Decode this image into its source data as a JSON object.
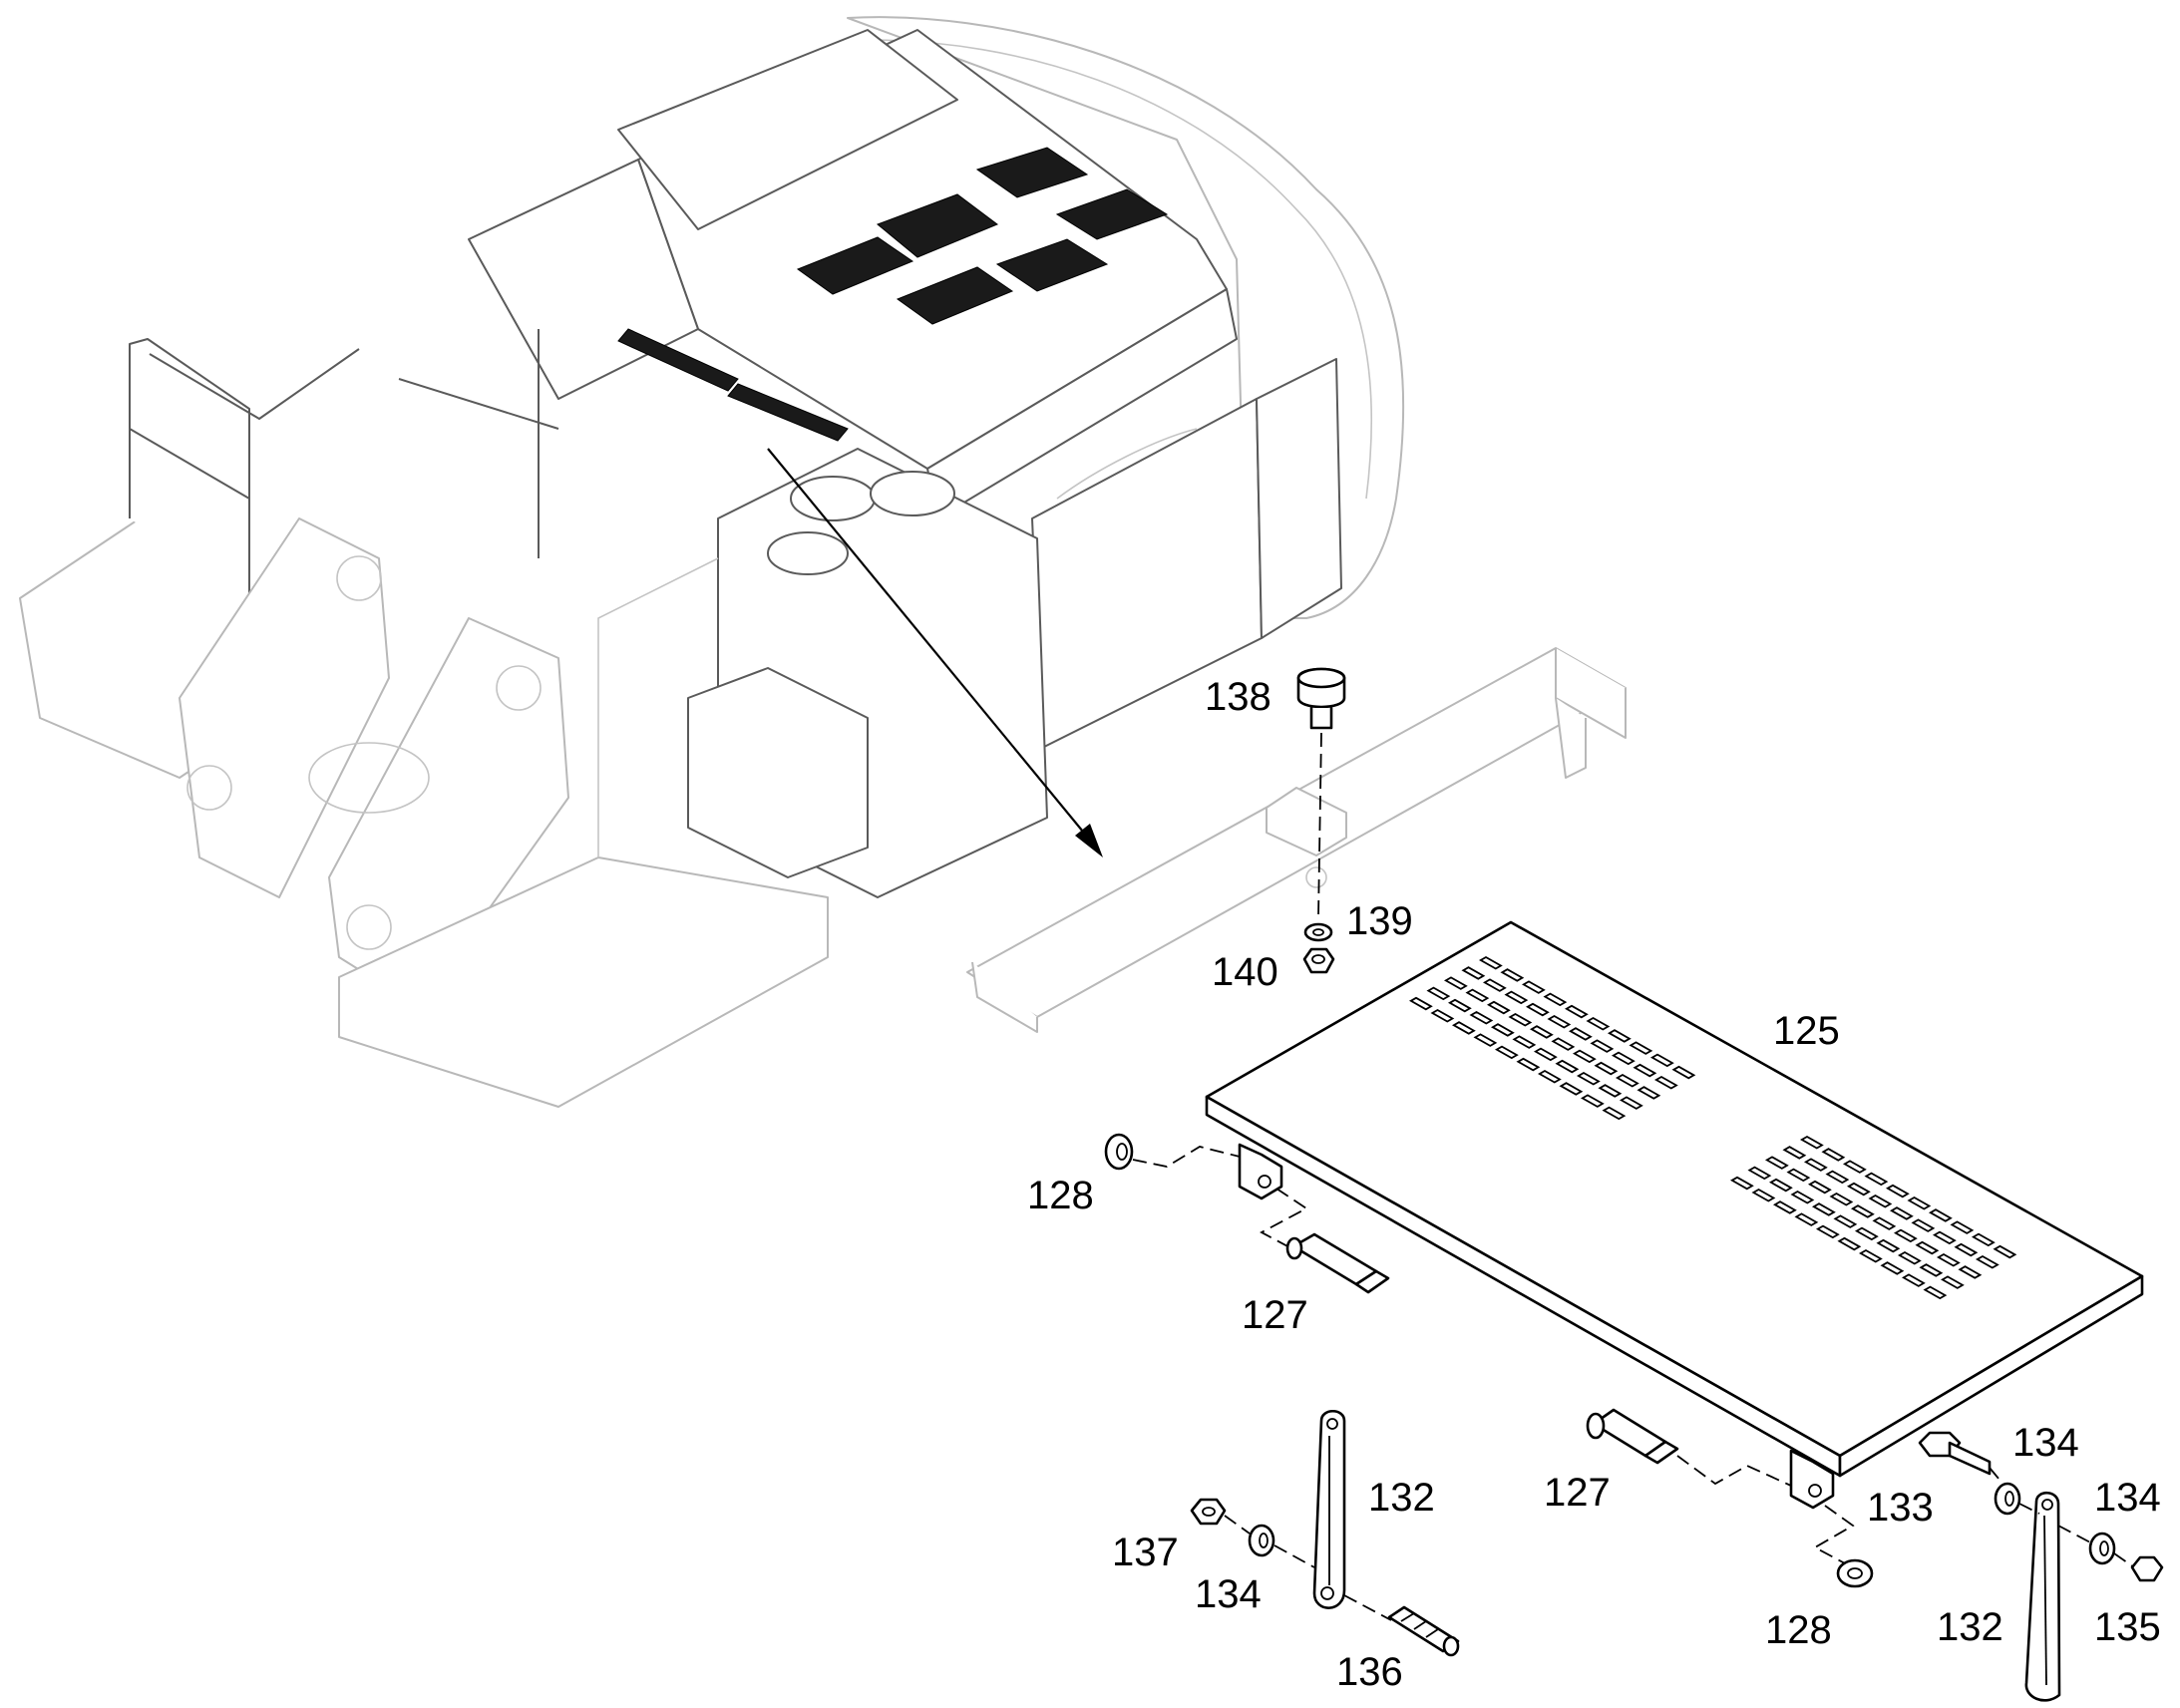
{
  "callouts": {
    "c125": "125",
    "c127a": "127",
    "c127b": "127",
    "c128a": "128",
    "c128b": "128",
    "c132a": "132",
    "c132b": "132",
    "c133": "133",
    "c134a": "134",
    "c134b": "134",
    "c134c": "134",
    "c135": "135",
    "c136": "136",
    "c137": "137",
    "c138": "138",
    "c139": "139",
    "c140": "140"
  },
  "colors": {
    "context_line": "#b8b8b8",
    "part_line": "#000000",
    "background": "#ffffff"
  }
}
